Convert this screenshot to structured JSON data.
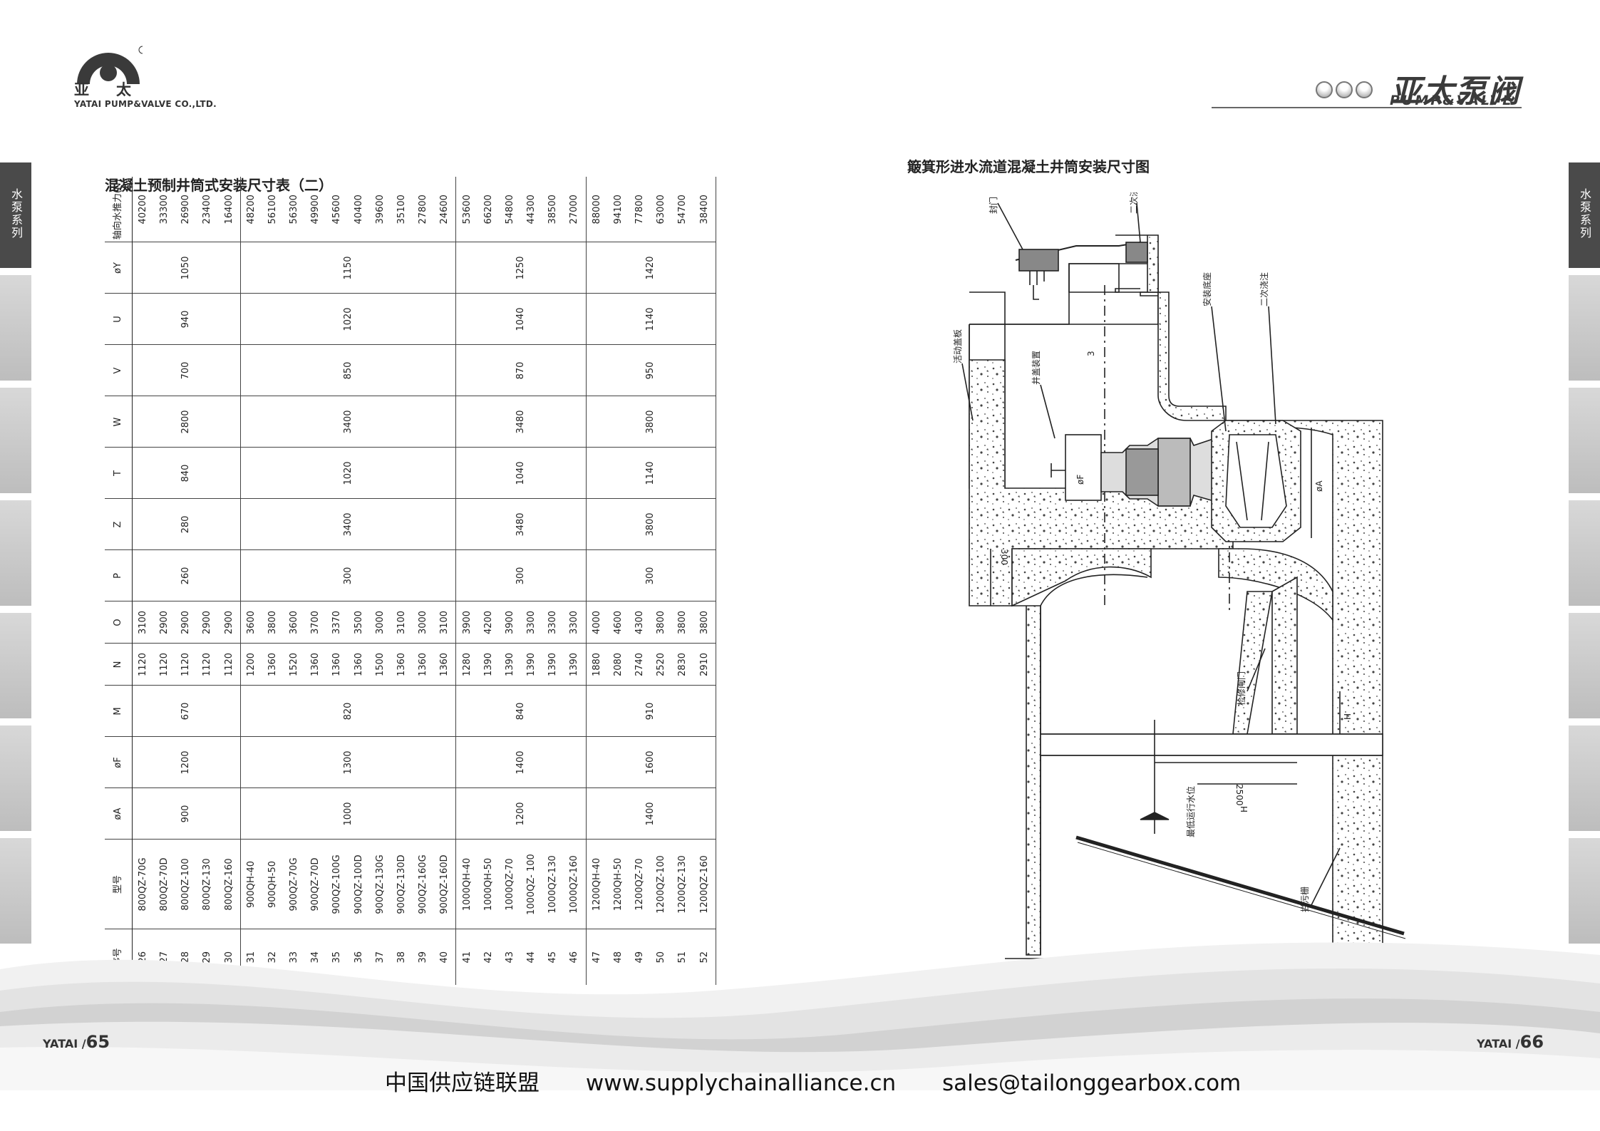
{
  "header": {
    "logo_cn": "亚太",
    "logo_en": "YATAI PUMP&VALVE CO.,LTD.",
    "brand_cn": "亚太泵阀",
    "brand_en": "PUMP&VALVE"
  },
  "side_tab": "水泵系列",
  "left_title": "混凝土预制井筒式安装尺寸表（二）",
  "right_title": "簸箕形进水流道混凝土井筒安装尺寸图",
  "table": {
    "headers": [
      "序号",
      "型号",
      "øA",
      "øF",
      "M",
      "N",
      "O",
      "P",
      "Z",
      "T",
      "W",
      "V",
      "U",
      "øY",
      "轴向水推力(N)"
    ],
    "groups": [
      {
        "A": "900",
        "F": "1200",
        "M": "670",
        "P": "260",
        "Z": "280",
        "T": "840",
        "W": "2800",
        "V": "700",
        "U": "940",
        "Y": "1050",
        "rows": [
          [
            "26",
            "800QZ-70G",
            "1120",
            "3100",
            "40200"
          ],
          [
            "27",
            "800QZ-70D",
            "1120",
            "2900",
            "33300"
          ],
          [
            "28",
            "800QZ-100",
            "1120",
            "2900",
            "26900"
          ],
          [
            "29",
            "800QZ-130",
            "1120",
            "2900",
            "23400"
          ],
          [
            "30",
            "800QZ-160",
            "1120",
            "2900",
            "16400"
          ]
        ]
      },
      {
        "A": "1000",
        "F": "1300",
        "M": "820",
        "P": "300",
        "Z": "3400",
        "T": "1020",
        "W": "3400",
        "V": "850",
        "U": "1020",
        "Y": "1150",
        "rows": [
          [
            "31",
            "900QH-40",
            "1200",
            "3600",
            "48200"
          ],
          [
            "32",
            "900QH-50",
            "1360",
            "3800",
            "56100"
          ],
          [
            "33",
            "900QZ-70G",
            "1520",
            "3600",
            "56300"
          ],
          [
            "34",
            "900QZ-70D",
            "1360",
            "3700",
            "49900"
          ],
          [
            "35",
            "900QZ-100G",
            "1360",
            "3370",
            "45600"
          ],
          [
            "36",
            "900QZ-100D",
            "1360",
            "3500",
            "40400"
          ],
          [
            "37",
            "900QZ-130G",
            "1500",
            "3000",
            "39600"
          ],
          [
            "38",
            "900QZ-130D",
            "1360",
            "3100",
            "35100"
          ],
          [
            "39",
            "900QZ-160G",
            "1360",
            "3000",
            "27800"
          ],
          [
            "40",
            "900QZ-160D",
            "1360",
            "3100",
            "24600"
          ]
        ]
      },
      {
        "A": "1200",
        "F": "1400",
        "M": "840",
        "P": "300",
        "Z": "3480",
        "T": "1040",
        "W": "3480",
        "V": "870",
        "U": "1040",
        "Y": "1250",
        "rows": [
          [
            "41",
            "1000QH-40",
            "1280",
            "3900",
            "53600"
          ],
          [
            "42",
            "1000QH-50",
            "1390",
            "4200",
            "66200"
          ],
          [
            "43",
            "1000QZ-70",
            "1390",
            "3900",
            "54800"
          ],
          [
            "44",
            "1000QZ- 100",
            "1390",
            "3300",
            "44300"
          ],
          [
            "45",
            "1000QZ-130",
            "1390",
            "3300",
            "38500"
          ],
          [
            "46",
            "1000QZ-160",
            "1390",
            "3300",
            "27000"
          ]
        ]
      },
      {
        "A": "1400",
        "F": "1600",
        "M": "910",
        "P": "300",
        "Z": "3800",
        "T": "1140",
        "W": "3800",
        "V": "950",
        "U": "1140",
        "Y": "1420",
        "rows": [
          [
            "47",
            "1200QH-40",
            "1880",
            "4000",
            "88000"
          ],
          [
            "48",
            "1200QH-50",
            "2080",
            "4600",
            "94100"
          ],
          [
            "49",
            "1200QZ-70",
            "2740",
            "4300",
            "77800"
          ],
          [
            "50",
            "1200QZ-100",
            "2520",
            "3800",
            "63000"
          ],
          [
            "51",
            "1200QZ-130",
            "2830",
            "3800",
            "54700"
          ],
          [
            "52",
            "1200QZ-160",
            "2910",
            "3800",
            "38400"
          ]
        ]
      }
    ]
  },
  "drawing_labels": {
    "hatch": "封门",
    "second_pour_top": "二次浇注",
    "mount_base": "安装底座",
    "second_pour": "二次浇注",
    "movable_cover": "活动盖板",
    "well_cover": "井盖装置",
    "gate": "检修闸门",
    "min_level": "最低运行水位",
    "trash_rack": "拦污栅",
    "dim_300": "300",
    "dim_2500": "2500",
    "dim_A": "øA",
    "dim_F": "øF",
    "dim_H": "H",
    "dim_H2": "H",
    "dim_3": "3"
  },
  "footer": {
    "left_page_prefix": "YATAI /",
    "left_page_no": "65",
    "right_page_prefix": "YATAI /",
    "right_page_no": "66",
    "org": "中国供应链联盟",
    "site": "www.supplychainalliance.cn",
    "email": "sales@tailonggearbox.com"
  }
}
